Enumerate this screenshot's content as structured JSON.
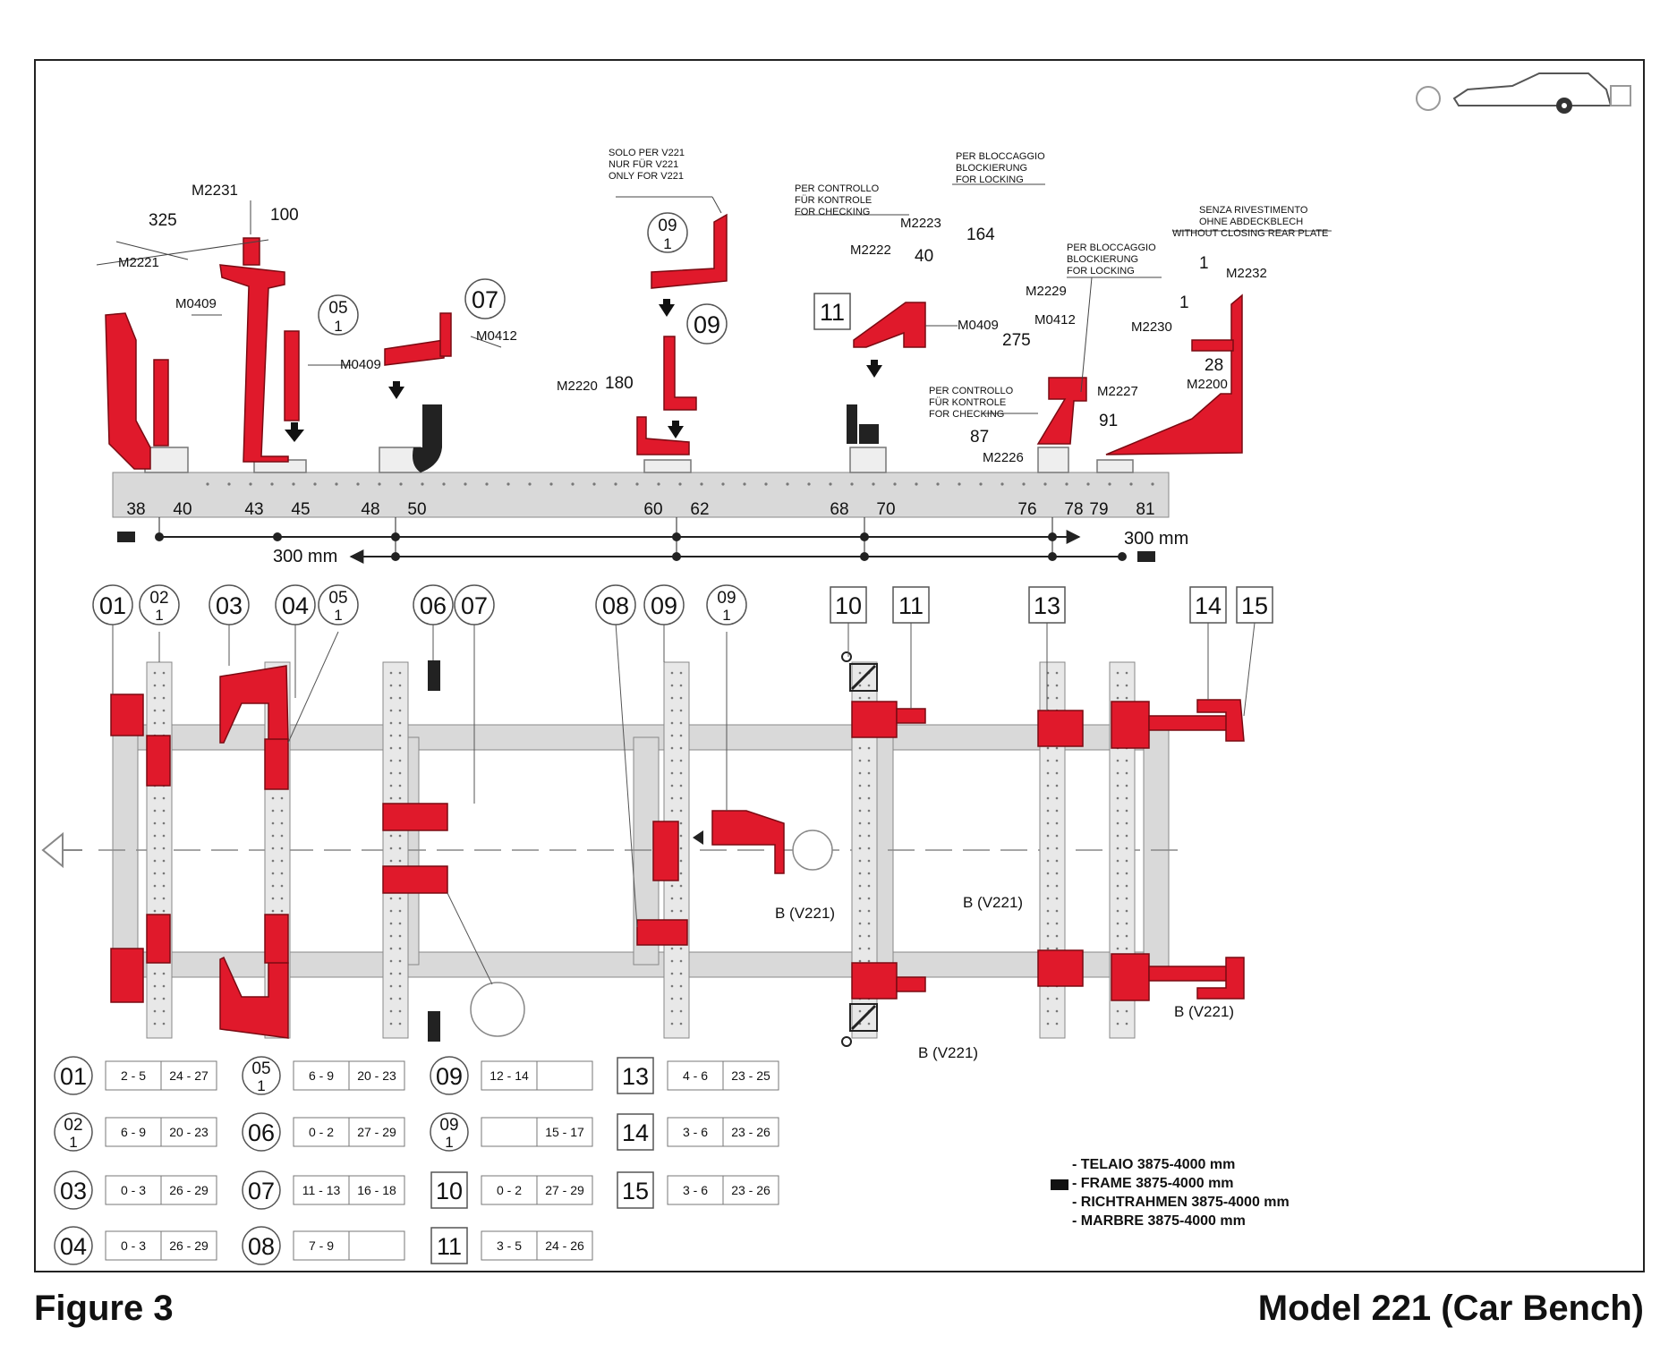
{
  "figure_label": "Figure 3",
  "model_label": "Model 221 (Car Bench)",
  "colors": {
    "part_red": "#e0192b",
    "rail_gray": "#d9d9d9",
    "line": "#222222"
  },
  "top_view": {
    "scale_numbers": [
      "38",
      "40",
      "43",
      "45",
      "48",
      "50",
      "60",
      "62",
      "68",
      "70",
      "76",
      "78",
      "79",
      "81"
    ],
    "dimension_300_left": "300 mm",
    "dimension_300_right": "300 mm",
    "notes": {
      "solo_v221": [
        "SOLO PER V221",
        "NUR FÜR V221",
        "ONLY FOR V221"
      ],
      "per_bloccaggio_1": [
        "PER BLOCCAGGIO",
        "BLOCKIERUNG",
        "FOR LOCKING"
      ],
      "per_controllo_1": [
        "PER CONTROLLO",
        "FÜR KONTROLE",
        "FOR CHECKING"
      ],
      "per_bloccaggio_2": [
        "PER BLOCCAGGIO",
        "BLOCKIERUNG",
        "FOR LOCKING"
      ],
      "per_controllo_2": [
        "PER CONTROLLO",
        "FÜR KONTROLE",
        "FOR CHECKING"
      ],
      "senza_rivestimento": [
        "SENZA RIVESTIMENTO",
        "OHNE ABDECKBLECH",
        "WITHOUT CLOSING REAR PLATE"
      ]
    },
    "codes": {
      "m2231": "M2231",
      "m2221": "M2221",
      "m0409a": "M0409",
      "m0409b": "M0409",
      "m0409c": "M0409",
      "m0412a": "M0412",
      "m0412b": "M0412",
      "m2220": "M2220",
      "m2223": "M2223",
      "m2222": "M2222",
      "m2229": "M2229",
      "m2227": "M2227",
      "m2226": "M2226",
      "m2232": "M2232",
      "m2230": "M2230",
      "m2200": "M2200"
    },
    "dims": {
      "d325": "325",
      "d100": "100",
      "d180": "180",
      "d164": "164",
      "d40": "40",
      "d275": "275",
      "d87": "87",
      "d91": "91",
      "d1a": "1",
      "d1b": "1",
      "d28": "28"
    },
    "callouts": {
      "c05_1": {
        "top": "05",
        "bottom": "1"
      },
      "c07": "07",
      "c09_1": {
        "top": "09",
        "bottom": "1"
      },
      "c09": "09",
      "c11": "11"
    }
  },
  "plan_view": {
    "circles": [
      {
        "id": "01",
        "sub": ""
      },
      {
        "id": "02",
        "sub": "1"
      },
      {
        "id": "03",
        "sub": ""
      },
      {
        "id": "04",
        "sub": ""
      },
      {
        "id": "05",
        "sub": "1"
      },
      {
        "id": "06",
        "sub": ""
      },
      {
        "id": "07",
        "sub": ""
      },
      {
        "id": "08",
        "sub": ""
      },
      {
        "id": "09",
        "sub": ""
      },
      {
        "id": "09",
        "sub": "1"
      }
    ],
    "squares": [
      "10",
      "11",
      "13",
      "14",
      "15"
    ],
    "b_labels": [
      "B (V221)",
      "B (V221)",
      "B (V221)",
      "B (V221)"
    ]
  },
  "legend_table": [
    {
      "id": "01",
      "sub": "",
      "shape": "circle",
      "a": "2 - 5",
      "b": "24 - 27"
    },
    {
      "id": "02",
      "sub": "1",
      "shape": "circle",
      "a": "6 - 9",
      "b": "20 - 23"
    },
    {
      "id": "03",
      "sub": "",
      "shape": "circle",
      "a": "0 - 3",
      "b": "26 - 29"
    },
    {
      "id": "04",
      "sub": "",
      "shape": "circle",
      "a": "0 - 3",
      "b": "26 - 29"
    },
    {
      "id": "05",
      "sub": "1",
      "shape": "circle",
      "a": "6 - 9",
      "b": "20 - 23"
    },
    {
      "id": "06",
      "sub": "",
      "shape": "circle",
      "a": "0 - 2",
      "b": "27 - 29"
    },
    {
      "id": "07",
      "sub": "",
      "shape": "circle",
      "a": "11 - 13",
      "b": "16 - 18"
    },
    {
      "id": "08",
      "sub": "",
      "shape": "circle",
      "a": "7 - 9",
      "b": ""
    },
    {
      "id": "09",
      "sub": "",
      "shape": "circle",
      "a": "12 - 14",
      "b": ""
    },
    {
      "id": "09",
      "sub": "1",
      "shape": "circle",
      "a": "",
      "b": "15 - 17"
    },
    {
      "id": "10",
      "sub": "",
      "shape": "square",
      "a": "0 - 2",
      "b": "27 - 29"
    },
    {
      "id": "11",
      "sub": "",
      "shape": "square",
      "a": "3 - 5",
      "b": "24 - 26"
    },
    {
      "id": "13",
      "sub": "",
      "shape": "square",
      "a": "4 - 6",
      "b": "23 - 25"
    },
    {
      "id": "14",
      "sub": "",
      "shape": "square",
      "a": "3 - 6",
      "b": "23 - 26"
    },
    {
      "id": "15",
      "sub": "",
      "shape": "square",
      "a": "3 - 6",
      "b": "23 - 26"
    }
  ],
  "frame_legend": [
    "- TELAIO 3875-4000 mm",
    "- FRAME 3875-4000 mm",
    "- RICHTRAHMEN 3875-4000 mm",
    "- MARBRE 3875-4000 mm"
  ]
}
